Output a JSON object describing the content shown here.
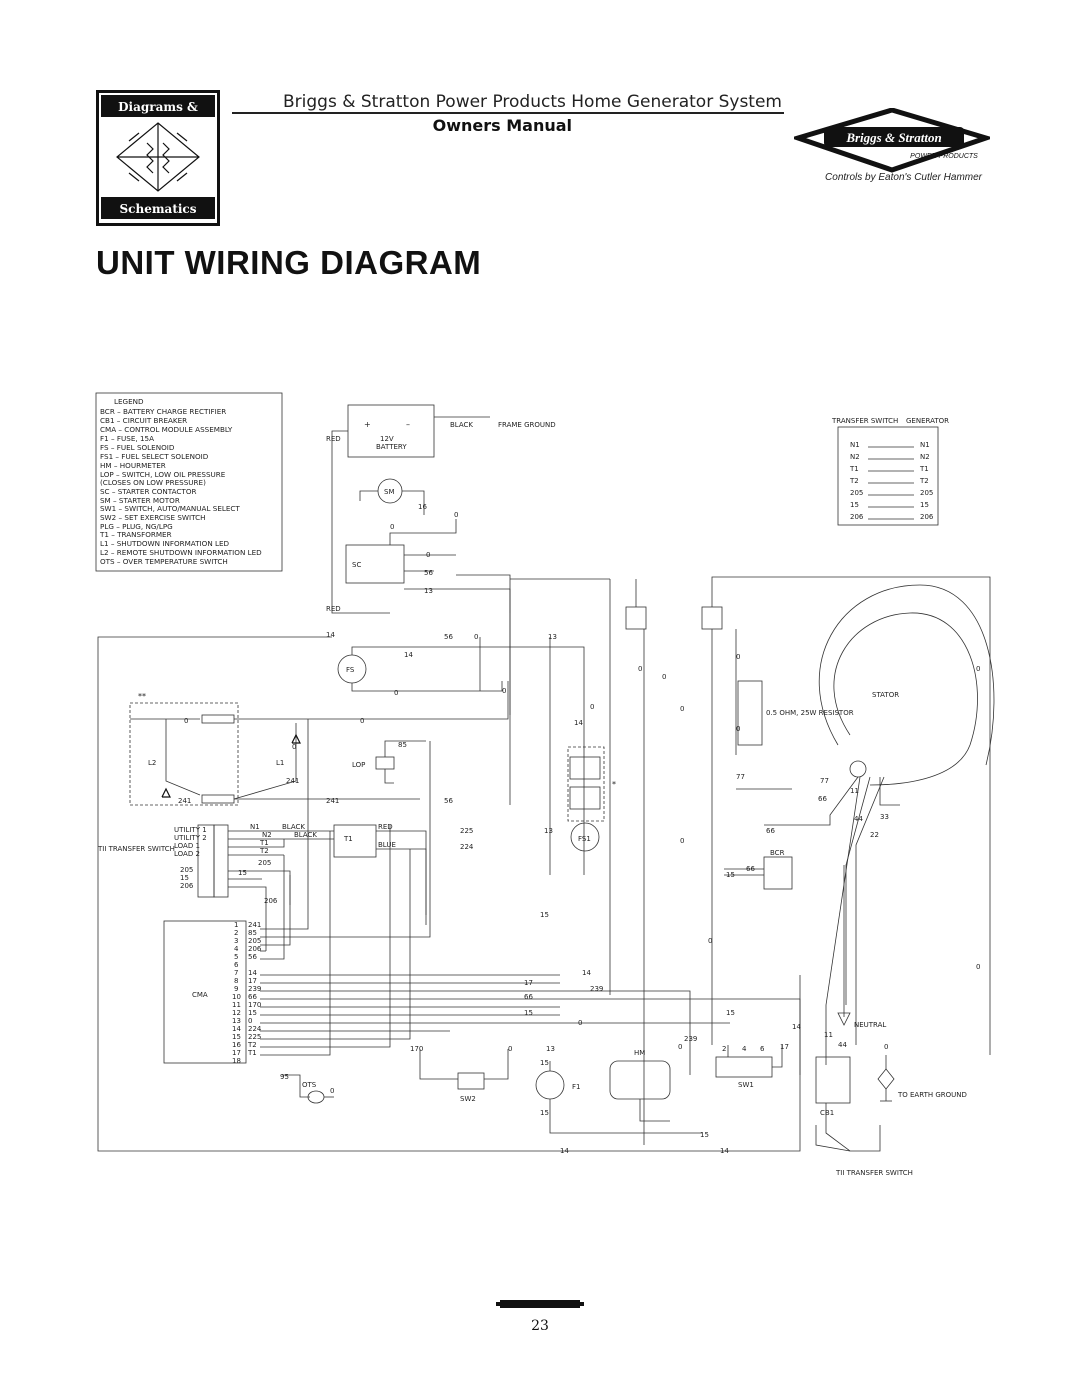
{
  "header": {
    "logo_top": "Diagrams &",
    "logo_bottom": "Schematics",
    "title": "Briggs & Stratton Power Products Home Generator System",
    "subtitle": "Owners Manual",
    "brand_name": "Briggs & Stratton",
    "brand_subtitle": "POWER PRODUCTS",
    "brand_tagline": "Controls by Eaton's Cutler Hammer"
  },
  "page_title": "UNIT WIRING DIAGRAM",
  "legend": {
    "title": "LEGEND",
    "items": [
      "BCR  –  BATTERY CHARGE RECTIFIER",
      "CB1  –  CIRCUIT BREAKER",
      "CMA  –  CONTROL MODULE ASSEMBLY",
      "F1    –  FUSE, 15A",
      "FS    –  FUEL SOLENOID",
      "FS1  –  FUEL SELECT SOLENOID",
      "HM    –  HOURMETER",
      "LOP  –  SWITCH, LOW OIL PRESSURE",
      "           (CLOSES ON LOW PRESSURE)",
      "SC    –  STARTER CONTACTOR",
      "SM    –  STARTER MOTOR",
      "SW1  –  SWITCH, AUTO/MANUAL SELECT",
      "SW2  –  SET EXERCISE SWITCH",
      "PLG  –  PLUG, NG/LPG",
      "T1    –  TRANSFORMER",
      "L1    –  SHUTDOWN INFORMATION LED",
      "L2    –  REMOTE SHUTDOWN INFORMATION LED",
      "OTS  –  OVER TEMPERATURE SWITCH"
    ]
  },
  "battery": {
    "label": "BATTERY",
    "voltage": "12V",
    "plus": "+",
    "minus": "–",
    "wire_red": "RED",
    "wire_black": "BLACK",
    "ground": "FRAME GROUND"
  },
  "transfer_table": {
    "left_header": "TRANSFER SWITCH",
    "right_header": "GENERATOR",
    "rows": [
      [
        "N1",
        "N1"
      ],
      [
        "N2",
        "N2"
      ],
      [
        "T1",
        "T1"
      ],
      [
        "T2",
        "T2"
      ],
      [
        "205",
        "205"
      ],
      [
        "15",
        "15"
      ],
      [
        "206",
        "206"
      ]
    ]
  },
  "components": {
    "sm": "SM",
    "sc": "SC",
    "fs": "FS",
    "fs1": "FS1",
    "lop": "LOP",
    "l1": "L1",
    "l2": "L2",
    "t1": "T1",
    "cma": "CMA",
    "ots": "OTS",
    "sw2": "SW2",
    "f1": "F1",
    "hm": "HM",
    "sw1": "SW1",
    "bcr": "BCR",
    "cb1": "CB1",
    "stator": "STATOR",
    "neutral": "NEUTRAL",
    "resistor": "0.5  OHM,  25W RESISTOR",
    "earth": "TO EARTH GROUND",
    "ti_switch": "TII TRANSFER SWITCH",
    "ti_switch_bottom": "TII TRANSFER SWITCH",
    "double_star": "**",
    "star": "*"
  },
  "terminal_block": {
    "labels": [
      "UTILITY 1",
      "UTILITY 2",
      "LOAD 1",
      "LOAD 2",
      "205",
      "15",
      "206"
    ],
    "wires": [
      "N1",
      "N2",
      "T1",
      "T2"
    ],
    "colors": [
      "BLACK",
      "BLACK",
      "RED",
      "BLUE"
    ]
  },
  "cma_pins": [
    "1",
    "2",
    "3",
    "4",
    "5",
    "6",
    "7",
    "8",
    "9",
    "10",
    "11",
    "12",
    "13",
    "14",
    "15",
    "16",
    "17",
    "18"
  ],
  "cma_wires": [
    "241",
    "85",
    "205",
    "206",
    "56",
    "",
    "14",
    "17",
    "239",
    "66",
    "170",
    "15",
    "0",
    "224",
    "225",
    "T2",
    "T1",
    ""
  ],
  "wire_labels": {
    "w16": "16",
    "w0": "0",
    "w56": "56",
    "w13": "13",
    "w14": "14",
    "w15": "15",
    "w85": "85",
    "w241": "241",
    "w225": "225",
    "w224": "224",
    "w205": "205",
    "w206": "206",
    "w17": "17",
    "w239": "239",
    "w66": "66",
    "w170": "170",
    "w95": "95",
    "w77": "77",
    "w11": "11",
    "w44": "44",
    "w33": "33",
    "w22": "22",
    "w4": "4",
    "w2": "2",
    "w6": "6"
  },
  "page_number": "23"
}
